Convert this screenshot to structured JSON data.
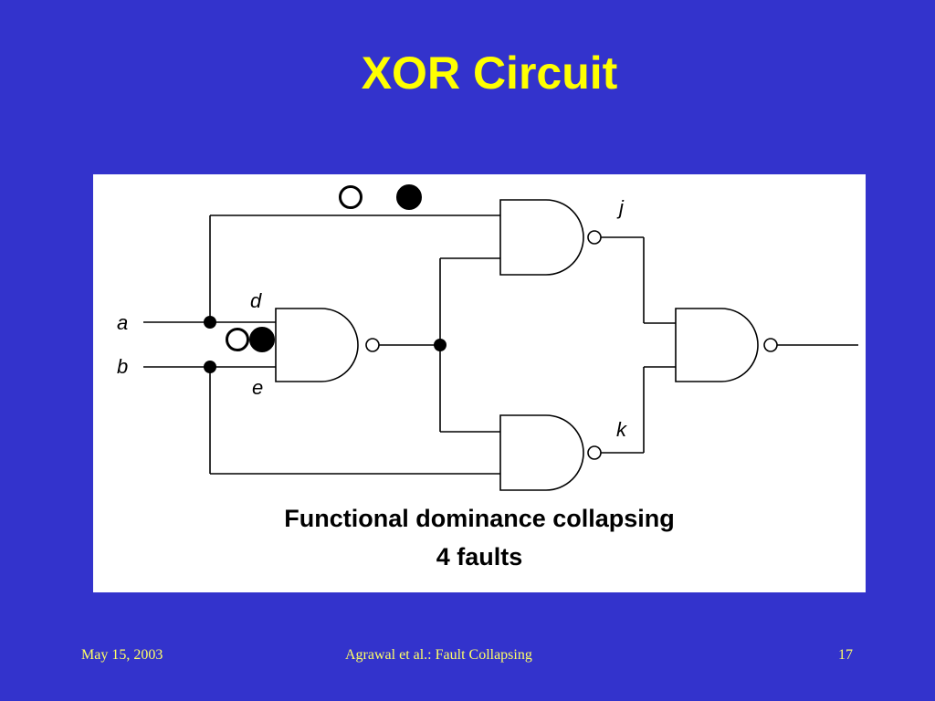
{
  "slide": {
    "title": "XOR Circuit"
  },
  "diagram": {
    "signal_labels": {
      "a": "a",
      "b": "b",
      "d": "d",
      "e": "e",
      "j": "j",
      "k": "k"
    },
    "caption_line1": "Functional dominance collapsing",
    "caption_line2": "4 faults"
  },
  "footer": {
    "date": "May 15, 2003",
    "author": "Agrawal et al.: Fault Collapsing",
    "page_number": "17"
  },
  "colors": {
    "background": "#3333cc",
    "title": "#ffff00",
    "footer_text": "#ffff66",
    "panel": "#ffffff",
    "ink": "#000000"
  }
}
